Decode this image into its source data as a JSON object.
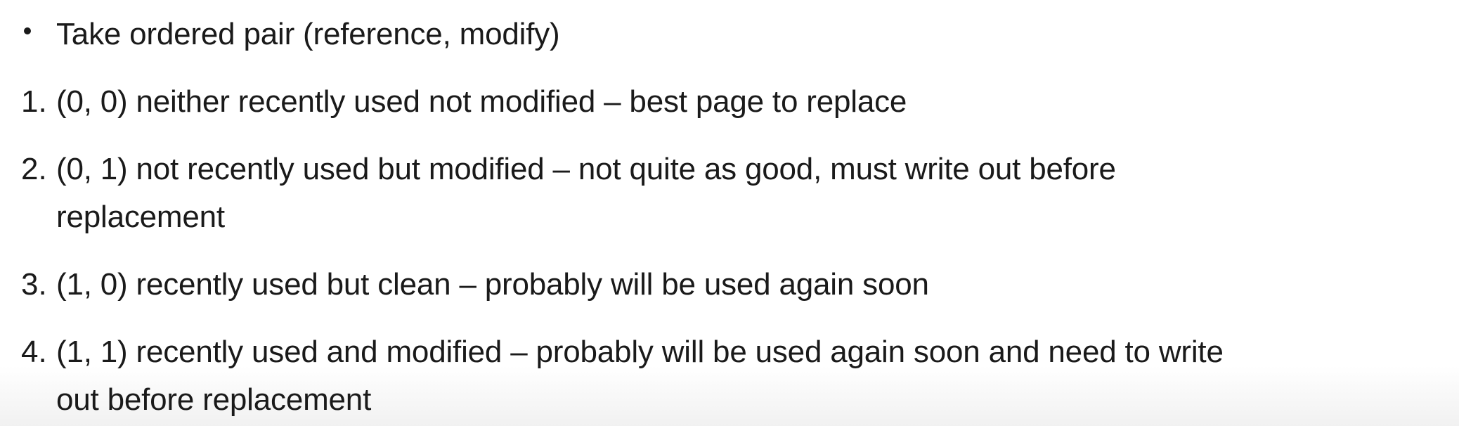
{
  "bullet": {
    "text": "Take ordered pair (reference, modify)"
  },
  "items": [
    {
      "marker": "1.",
      "lines": [
        "(0, 0) neither recently used not modified – best page to replace"
      ]
    },
    {
      "marker": "2.",
      "lines": [
        "(0, 1) not recently used but modified – not quite as good, must write out before",
        "replacement"
      ]
    },
    {
      "marker": "3.",
      "lines": [
        "(1, 0) recently used but clean – probably will be used again soon"
      ]
    },
    {
      "marker": "4.",
      "lines": [
        "(1, 1) recently used and modified – probably will be used again soon and need to write",
        "out before replacement"
      ]
    }
  ]
}
